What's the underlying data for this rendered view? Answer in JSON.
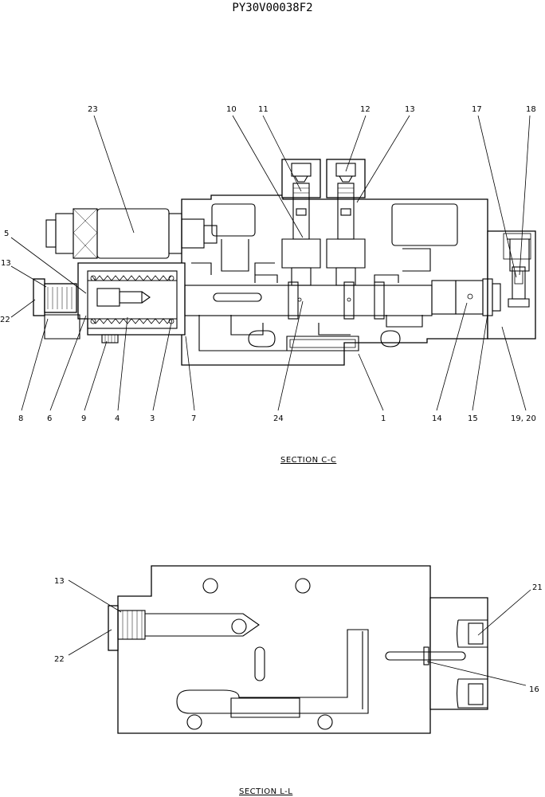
{
  "header": {
    "doc_code": "PY30V00038F2"
  },
  "section_cc": {
    "caption": "SECTION  C-C",
    "callouts": {
      "c23": "23",
      "c10": "10",
      "c11": "11",
      "c12": "12",
      "c13_top": "13",
      "c17": "17",
      "c18": "18",
      "c5": "5",
      "c13_left": "13",
      "c22": "22",
      "c8": "8",
      "c6": "6",
      "c9": "9",
      "c4": "4",
      "c3": "3",
      "c7": "7",
      "c24": "24",
      "c1": "1",
      "c14": "14",
      "c15": "15",
      "c19_20": "19, 20"
    }
  },
  "section_ll": {
    "caption": "SECTION  L-L",
    "callouts": {
      "c13": "13",
      "c22": "22",
      "c21": "21",
      "c16": "16"
    }
  }
}
